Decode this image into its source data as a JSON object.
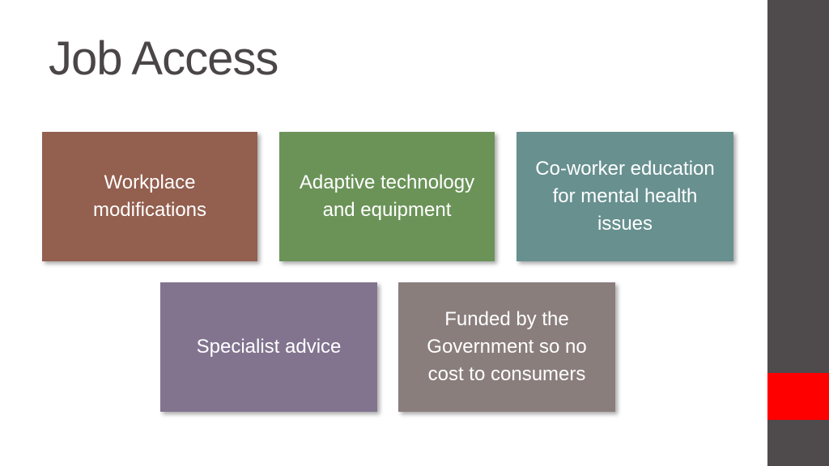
{
  "slide": {
    "title": "Job Access",
    "boxes": [
      {
        "text": "Workplace modifications",
        "color": "#935f4f"
      },
      {
        "text": "Adaptive technology and equipment",
        "color": "#6b9358"
      },
      {
        "text": "Co-worker education for mental health issues",
        "color": "#67908f"
      },
      {
        "text": "Specialist advice",
        "color": "#82748f"
      },
      {
        "text": "Funded by the Government so no cost to consumers",
        "color": "#8a7e7d"
      }
    ]
  },
  "theme": {
    "sidebar_color": "#4f4a4b",
    "accent_color": "#ff0000",
    "title_color": "#4a4546"
  }
}
